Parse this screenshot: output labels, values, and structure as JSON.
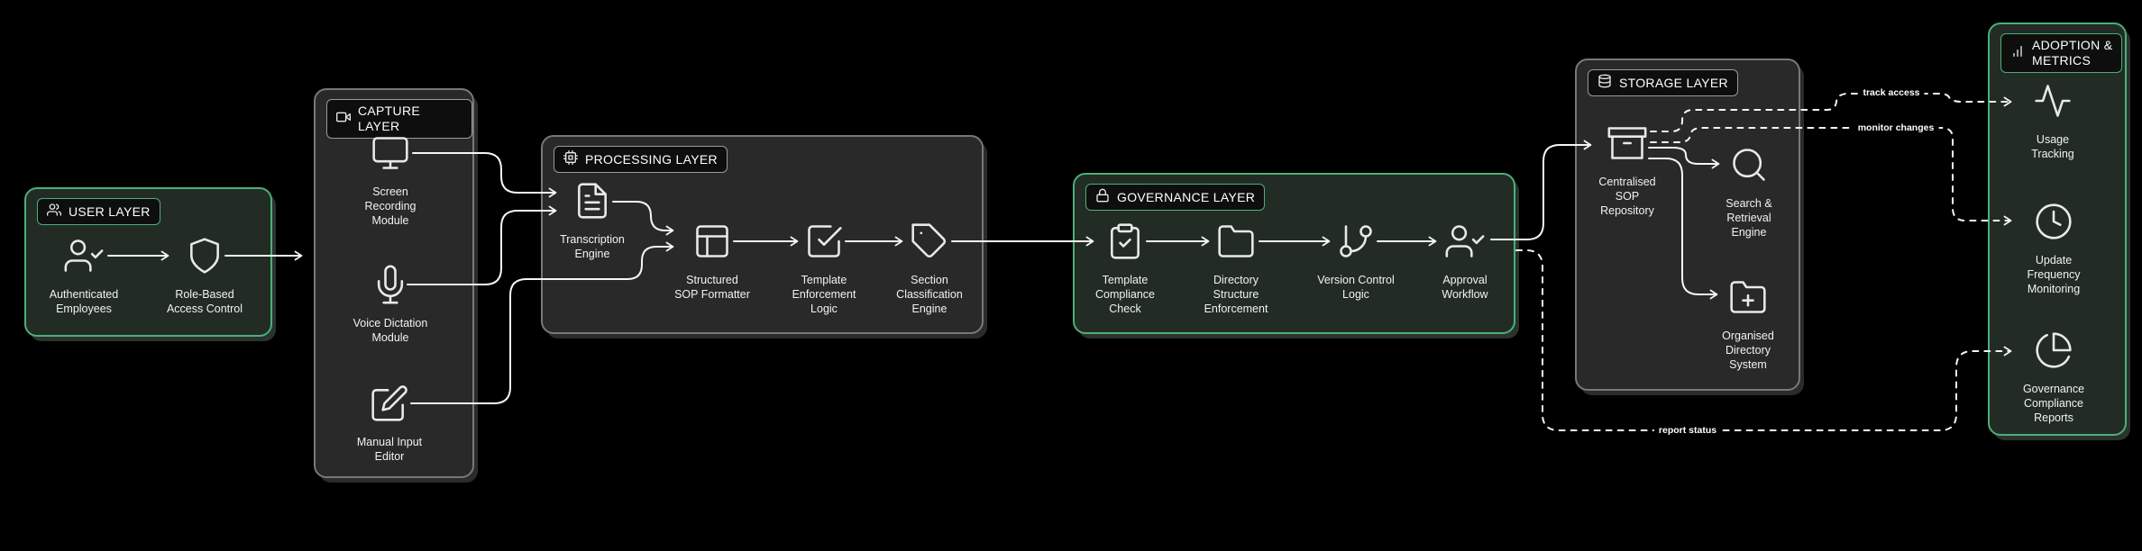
{
  "colors": {
    "accent_green": "#4caf78",
    "panel_gray": "#292929",
    "panel_green": "#222c25",
    "wire": "#f5f5f5",
    "background": "#000000"
  },
  "layers": {
    "user": {
      "title": "USER LAYER",
      "nodes": {
        "auth": {
          "label": "Authenticated\nEmployees"
        },
        "rbac": {
          "label": "Role-Based\nAccess Control"
        }
      }
    },
    "capture": {
      "title": "CAPTURE LAYER",
      "nodes": {
        "screen": {
          "label": "Screen\nRecording\nModule"
        },
        "voice": {
          "label": "Voice Dictation\nModule"
        },
        "manual": {
          "label": "Manual Input\nEditor"
        }
      }
    },
    "processing": {
      "title": "PROCESSING LAYER",
      "nodes": {
        "transcription": {
          "label": "Transcription\nEngine"
        },
        "formatter": {
          "label": "Structured\nSOP Formatter"
        },
        "template": {
          "label": "Template\nEnforcement\nLogic"
        },
        "classification": {
          "label": "Section\nClassification\nEngine"
        }
      }
    },
    "governance": {
      "title": "GOVERNANCE LAYER",
      "nodes": {
        "compliance": {
          "label": "Template\nCompliance\nCheck"
        },
        "directory": {
          "label": "Directory\nStructure\nEnforcement"
        },
        "version": {
          "label": "Version Control\nLogic"
        },
        "approval": {
          "label": "Approval\nWorkflow"
        }
      }
    },
    "storage": {
      "title": "STORAGE LAYER",
      "nodes": {
        "repository": {
          "label": "Centralised\nSOP\nRepository"
        },
        "search": {
          "label": "Search &\nRetrieval\nEngine"
        },
        "organised": {
          "label": "Organised\nDirectory\nSystem"
        }
      }
    },
    "adoption": {
      "title": "ADOPTION &\nMETRICS",
      "nodes": {
        "usage": {
          "label": "Usage\nTracking"
        },
        "update": {
          "label": "Update\nFrequency\nMonitoring"
        },
        "reports": {
          "label": "Governance\nCompliance\nReports"
        }
      }
    }
  },
  "edge_labels": {
    "track_access": "track access",
    "monitor_changes": "monitor changes",
    "report_status": "report status"
  }
}
